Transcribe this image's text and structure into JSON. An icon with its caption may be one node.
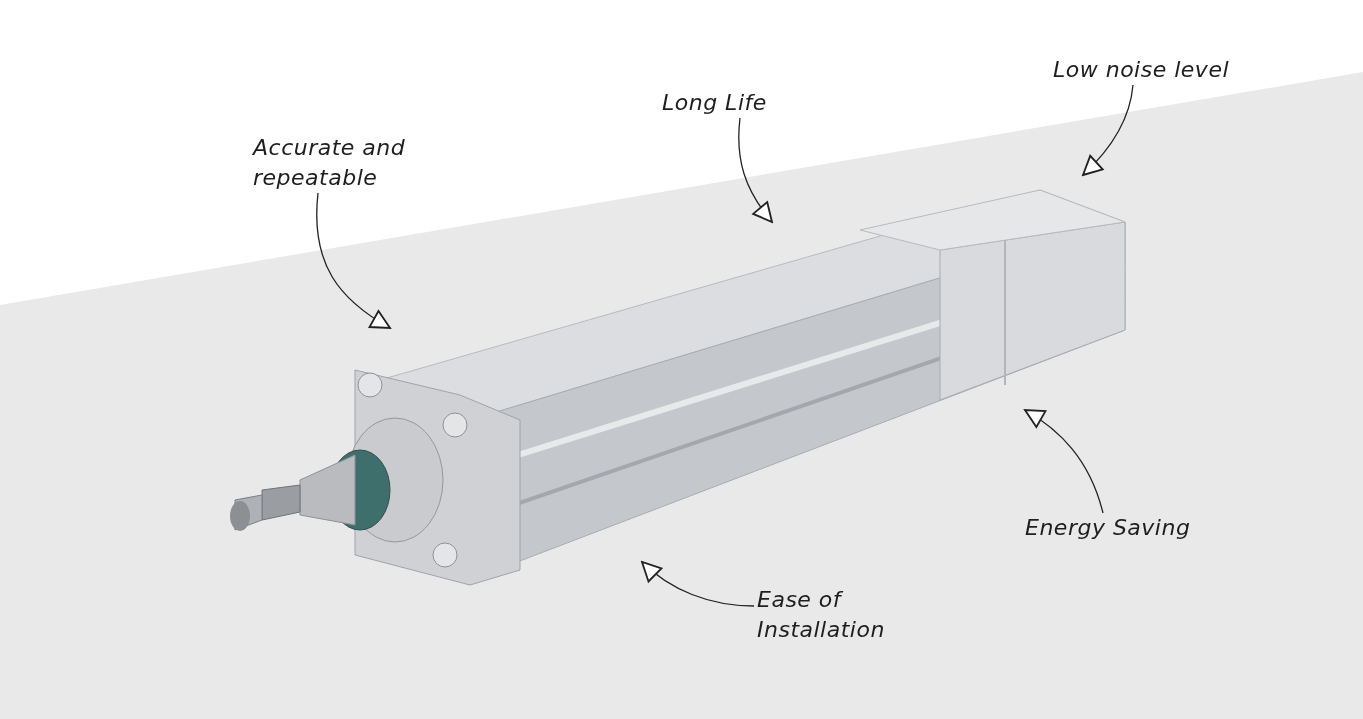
{
  "diagram": {
    "nodes": [
      {
        "text": [
          "Accurate and repeatable"
        ]
      },
      {
        "text": [
          "Long Life"
        ]
      },
      {
        "text": [
          "Low noise level"
        ]
      },
      {
        "text": [
          "Energy Saving"
        ]
      },
      {
        "text": [
          "Ease of Installation"
        ]
      },
      {
        "text": [],
        "shape": "picture"
      }
    ],
    "edges": [
      {
        "from": 0,
        "to": 5,
        "arrow": "to"
      },
      {
        "from": 1,
        "to": 5,
        "arrow": "to"
      },
      {
        "from": 2,
        "to": 5,
        "arrow": "to"
      },
      {
        "from": 3,
        "to": 5,
        "arrow": "to"
      },
      {
        "from": 4,
        "to": 5,
        "arrow": "to"
      }
    ]
  }
}
